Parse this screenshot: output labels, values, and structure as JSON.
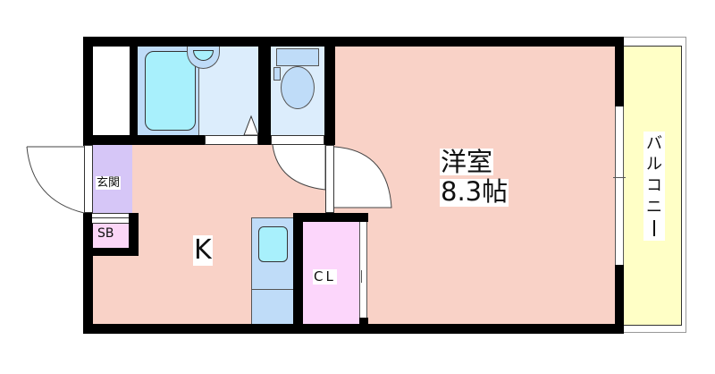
{
  "floor_plan": {
    "rooms": {
      "western_room": {
        "name": "洋室",
        "size": "8.3帖"
      },
      "kitchen": {
        "label": "K"
      },
      "entrance": {
        "label": "玄関"
      },
      "shoe_box": {
        "label": "SB"
      },
      "closet": {
        "label": "CL"
      },
      "balcony": {
        "label": "バルコニー",
        "chars": [
          "バ",
          "ル",
          "コ",
          "ニ",
          "ー"
        ]
      },
      "bathroom": {
        "label": ""
      },
      "toilet": {
        "label": ""
      }
    },
    "colors": {
      "western_room": "#f9d2c7",
      "kitchen": "#f9d2c7",
      "entrance": "#d6c6f7",
      "shoe_box": "#fbd6f7",
      "closet": "#fcd6fb",
      "balcony": "#ffffc6",
      "bathroom": "#bfdcf8",
      "bathroom_light": "#dcedfc",
      "toilet": "#dcedfc",
      "fixture": "#a8f0fc",
      "walls": "#000000"
    }
  }
}
